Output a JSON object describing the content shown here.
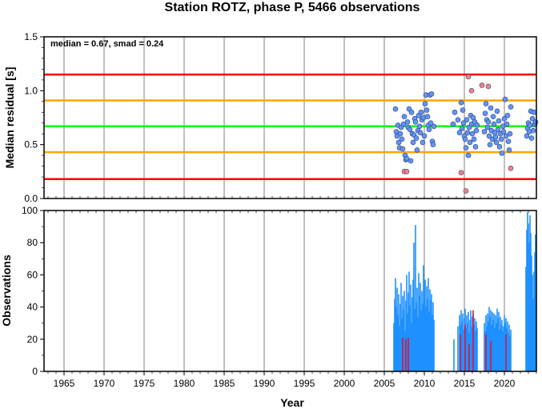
{
  "chart_data": [
    {
      "type": "scatter",
      "title": "Station ROTZ, phase P, 5466 observations",
      "xlabel": "",
      "ylabel": "Median residual [s]",
      "xlim": [
        1962.5,
        2024.0
      ],
      "ylim": [
        0,
        1.5
      ],
      "yticks": [
        "0.0",
        "0.5",
        "1.0",
        "1.5"
      ],
      "annotation": "median = 0.67, smad = 0.24",
      "grid": {
        "vertical_lines_every_years": 5
      },
      "reference_lines": [
        {
          "y": 1.15,
          "color": "#ff0000"
        },
        {
          "y": 0.91,
          "color": "#ffa500"
        },
        {
          "y": 0.67,
          "color": "#00ff00"
        },
        {
          "y": 0.43,
          "color": "#ffa500"
        },
        {
          "y": 0.18,
          "color": "#ff0000"
        }
      ],
      "series": [
        {
          "marker_color": "#6495ed",
          "points": [
            [
              2006.4,
              0.83
            ],
            [
              2006.5,
              0.62
            ],
            [
              2006.6,
              0.58
            ],
            [
              2006.7,
              0.68
            ],
            [
              2006.8,
              0.52
            ],
            [
              2006.9,
              0.47
            ],
            [
              2007.0,
              0.6
            ],
            [
              2007.1,
              0.66
            ],
            [
              2007.2,
              0.55
            ],
            [
              2007.3,
              0.46
            ],
            [
              2007.4,
              0.69
            ],
            [
              2007.5,
              0.76
            ],
            [
              2007.6,
              0.4
            ],
            [
              2007.7,
              0.36
            ],
            [
              2007.8,
              0.37
            ],
            [
              2007.9,
              0.71
            ],
            [
              2008.0,
              0.66
            ],
            [
              2008.1,
              0.83
            ],
            [
              2008.2,
              0.64
            ],
            [
              2008.3,
              0.35
            ],
            [
              2008.4,
              0.8
            ],
            [
              2008.5,
              0.6
            ],
            [
              2008.6,
              0.52
            ],
            [
              2008.7,
              0.59
            ],
            [
              2008.8,
              0.74
            ],
            [
              2008.9,
              0.71
            ],
            [
              2009.0,
              0.56
            ],
            [
              2009.1,
              0.45
            ],
            [
              2009.2,
              0.63
            ],
            [
              2009.3,
              0.77
            ],
            [
              2009.4,
              0.67
            ],
            [
              2009.5,
              0.61
            ],
            [
              2009.6,
              0.8
            ],
            [
              2009.7,
              0.73
            ],
            [
              2009.8,
              0.52
            ],
            [
              2009.9,
              0.75
            ],
            [
              2010.0,
              0.58
            ],
            [
              2010.1,
              0.88
            ],
            [
              2010.2,
              0.96
            ],
            [
              2010.3,
              0.82
            ],
            [
              2010.4,
              0.76
            ],
            [
              2010.5,
              0.68
            ],
            [
              2010.6,
              0.64
            ],
            [
              2010.7,
              0.96
            ],
            [
              2010.8,
              0.7
            ],
            [
              2010.9,
              0.97
            ],
            [
              2011.0,
              0.53
            ],
            [
              2011.1,
              0.5
            ],
            [
              2011.2,
              0.67
            ],
            [
              2013.6,
              0.69
            ],
            [
              2013.8,
              0.8
            ],
            [
              2014.2,
              0.73
            ],
            [
              2014.4,
              0.61
            ],
            [
              2014.6,
              0.89
            ],
            [
              2014.7,
              0.65
            ],
            [
              2014.8,
              0.82
            ],
            [
              2014.9,
              0.7
            ],
            [
              2015.0,
              0.58
            ],
            [
              2015.1,
              0.55
            ],
            [
              2015.2,
              0.47
            ],
            [
              2015.3,
              0.73
            ],
            [
              2015.4,
              0.61
            ],
            [
              2015.5,
              0.4
            ],
            [
              2015.6,
              0.66
            ],
            [
              2015.7,
              0.52
            ],
            [
              2015.8,
              0.77
            ],
            [
              2015.9,
              0.69
            ],
            [
              2016.0,
              0.6
            ],
            [
              2016.1,
              0.75
            ],
            [
              2016.2,
              0.55
            ],
            [
              2016.3,
              0.71
            ],
            [
              2016.4,
              0.48
            ],
            [
              2016.5,
              0.63
            ],
            [
              2016.6,
              0.68
            ],
            [
              2017.5,
              0.62
            ],
            [
              2017.6,
              0.79
            ],
            [
              2017.7,
              0.88
            ],
            [
              2017.8,
              0.73
            ],
            [
              2017.9,
              0.66
            ],
            [
              2018.0,
              0.71
            ],
            [
              2018.1,
              0.58
            ],
            [
              2018.2,
              0.5
            ],
            [
              2018.3,
              0.84
            ],
            [
              2018.4,
              0.63
            ],
            [
              2018.5,
              0.55
            ],
            [
              2018.6,
              0.76
            ],
            [
              2018.7,
              0.69
            ],
            [
              2018.8,
              0.61
            ],
            [
              2018.9,
              0.57
            ],
            [
              2019.0,
              0.52
            ],
            [
              2019.1,
              0.81
            ],
            [
              2019.2,
              0.64
            ],
            [
              2019.3,
              0.72
            ],
            [
              2019.4,
              0.48
            ],
            [
              2019.5,
              0.6
            ],
            [
              2019.6,
              0.55
            ],
            [
              2019.7,
              0.42
            ],
            [
              2019.8,
              0.67
            ],
            [
              2019.9,
              0.62
            ],
            [
              2020.0,
              0.74
            ],
            [
              2020.1,
              0.92
            ],
            [
              2020.2,
              0.58
            ],
            [
              2020.3,
              0.69
            ],
            [
              2020.4,
              0.77
            ],
            [
              2020.5,
              0.53
            ],
            [
              2020.6,
              0.45
            ],
            [
              2020.7,
              0.6
            ],
            [
              2020.8,
              0.85
            ],
            [
              2022.8,
              0.58
            ],
            [
              2022.9,
              0.65
            ],
            [
              2023.0,
              0.7
            ],
            [
              2023.1,
              0.62
            ],
            [
              2023.2,
              0.68
            ],
            [
              2023.3,
              0.81
            ],
            [
              2023.4,
              0.56
            ],
            [
              2023.5,
              0.74
            ],
            [
              2023.6,
              0.63
            ],
            [
              2023.7,
              0.8
            ],
            [
              2023.8,
              0.69
            ],
            [
              2023.9,
              0.71
            ]
          ]
        },
        {
          "marker_color": "#ff7f7f",
          "points": [
            [
              2007.5,
              0.25
            ],
            [
              2007.8,
              0.25
            ],
            [
              2014.6,
              0.24
            ],
            [
              2015.2,
              0.07
            ],
            [
              2015.5,
              1.13
            ],
            [
              2015.9,
              1.0
            ],
            [
              2017.2,
              1.05
            ],
            [
              2018.0,
              1.04
            ],
            [
              2020.8,
              0.28
            ]
          ]
        }
      ]
    },
    {
      "type": "bar",
      "xlabel": "Year",
      "ylabel": "Observations",
      "xlim": [
        1962.5,
        2024.0
      ],
      "ylim": [
        0,
        100
      ],
      "xticks": [
        "1965",
        "1970",
        "1975",
        "1980",
        "1985",
        "1990",
        "1995",
        "2000",
        "2005",
        "2010",
        "2015",
        "2020"
      ],
      "yticks": [
        "0",
        "20",
        "40",
        "60",
        "80",
        "100"
      ],
      "grid": {
        "vertical_lines_every_years": 5
      },
      "series": [
        {
          "bar_color": "#1e90ff",
          "points": [
            [
              2006.2,
              30
            ],
            [
              2006.3,
              45
            ],
            [
              2006.4,
              58
            ],
            [
              2006.5,
              40
            ],
            [
              2006.6,
              52
            ],
            [
              2006.7,
              35
            ],
            [
              2006.8,
              48
            ],
            [
              2006.9,
              28
            ],
            [
              2007.0,
              42
            ],
            [
              2007.1,
              55
            ],
            [
              2007.2,
              33
            ],
            [
              2007.3,
              47
            ],
            [
              2007.4,
              38
            ],
            [
              2007.5,
              50
            ],
            [
              2007.6,
              25
            ],
            [
              2007.7,
              44
            ],
            [
              2007.8,
              60
            ],
            [
              2007.9,
              36
            ],
            [
              2008.0,
              49
            ],
            [
              2008.1,
              62
            ],
            [
              2008.2,
              41
            ],
            [
              2008.3,
              54
            ],
            [
              2008.4,
              30
            ],
            [
              2008.5,
              46
            ],
            [
              2008.6,
              57
            ],
            [
              2008.7,
              80
            ],
            [
              2008.8,
              39
            ],
            [
              2008.9,
              91
            ],
            [
              2009.0,
              43
            ],
            [
              2009.1,
              52
            ],
            [
              2009.2,
              34
            ],
            [
              2009.3,
              61
            ],
            [
              2009.4,
              47
            ],
            [
              2009.5,
              55
            ],
            [
              2009.6,
              38
            ],
            [
              2009.7,
              50
            ],
            [
              2009.8,
              42
            ],
            [
              2009.9,
              66
            ],
            [
              2010.0,
              49
            ],
            [
              2010.1,
              57
            ],
            [
              2010.2,
              40
            ],
            [
              2010.3,
              53
            ],
            [
              2010.4,
              45
            ],
            [
              2010.5,
              58
            ],
            [
              2010.6,
              37
            ],
            [
              2010.7,
              51
            ],
            [
              2010.8,
              44
            ],
            [
              2010.9,
              48
            ],
            [
              2011.0,
              35
            ],
            [
              2011.1,
              43
            ],
            [
              2011.2,
              32
            ],
            [
              2013.7,
              20
            ],
            [
              2014.2,
              28
            ],
            [
              2014.4,
              35
            ],
            [
              2014.5,
              29
            ],
            [
              2014.6,
              38
            ],
            [
              2014.7,
              31
            ],
            [
              2014.8,
              36
            ],
            [
              2014.9,
              26
            ],
            [
              2015.0,
              33
            ],
            [
              2015.1,
              39
            ],
            [
              2015.2,
              27
            ],
            [
              2015.3,
              35
            ],
            [
              2015.4,
              30
            ],
            [
              2015.5,
              37
            ],
            [
              2015.6,
              24
            ],
            [
              2015.7,
              32
            ],
            [
              2015.8,
              38
            ],
            [
              2015.9,
              28
            ],
            [
              2016.0,
              34
            ],
            [
              2016.1,
              36
            ],
            [
              2016.2,
              29
            ],
            [
              2016.3,
              33
            ],
            [
              2016.4,
              25
            ],
            [
              2016.5,
              31
            ],
            [
              2016.6,
              27
            ],
            [
              2017.5,
              30
            ],
            [
              2017.6,
              25
            ],
            [
              2017.7,
              35
            ],
            [
              2017.8,
              28
            ],
            [
              2017.9,
              36
            ],
            [
              2018.0,
              31
            ],
            [
              2018.1,
              40
            ],
            [
              2018.2,
              34
            ],
            [
              2018.3,
              38
            ],
            [
              2018.4,
              29
            ],
            [
              2018.5,
              37
            ],
            [
              2018.6,
              32
            ],
            [
              2018.7,
              36
            ],
            [
              2018.8,
              27
            ],
            [
              2018.9,
              35
            ],
            [
              2019.0,
              30
            ],
            [
              2019.1,
              39
            ],
            [
              2019.2,
              33
            ],
            [
              2019.3,
              37
            ],
            [
              2019.4,
              26
            ],
            [
              2019.5,
              34
            ],
            [
              2019.6,
              29
            ],
            [
              2019.7,
              32
            ],
            [
              2019.8,
              25
            ],
            [
              2019.9,
              28
            ],
            [
              2020.0,
              35
            ],
            [
              2020.1,
              30
            ],
            [
              2020.2,
              33
            ],
            [
              2020.3,
              27
            ],
            [
              2020.4,
              31
            ],
            [
              2020.5,
              24
            ],
            [
              2020.6,
              29
            ],
            [
              2020.7,
              22
            ],
            [
              2020.8,
              26
            ],
            [
              2022.7,
              65
            ],
            [
              2022.8,
              88
            ],
            [
              2022.9,
              99
            ],
            [
              2023.0,
              92
            ],
            [
              2023.1,
              80
            ],
            [
              2023.2,
              97
            ],
            [
              2023.3,
              86
            ],
            [
              2023.4,
              72
            ],
            [
              2023.5,
              60
            ],
            [
              2023.6,
              45
            ],
            [
              2023.7,
              62
            ],
            [
              2023.8,
              74
            ],
            [
              2023.9,
              85
            ]
          ]
        },
        {
          "bar_color": "#dc143c",
          "points": [
            [
              2007.3,
              21
            ],
            [
              2007.7,
              20
            ],
            [
              2008.0,
              21
            ],
            [
              2014.5,
              23
            ],
            [
              2015.1,
              29
            ],
            [
              2015.6,
              17
            ],
            [
              2016.1,
              38
            ],
            [
              2017.7,
              23
            ],
            [
              2018.3,
              19
            ],
            [
              2020.2,
              23
            ]
          ]
        }
      ]
    }
  ]
}
